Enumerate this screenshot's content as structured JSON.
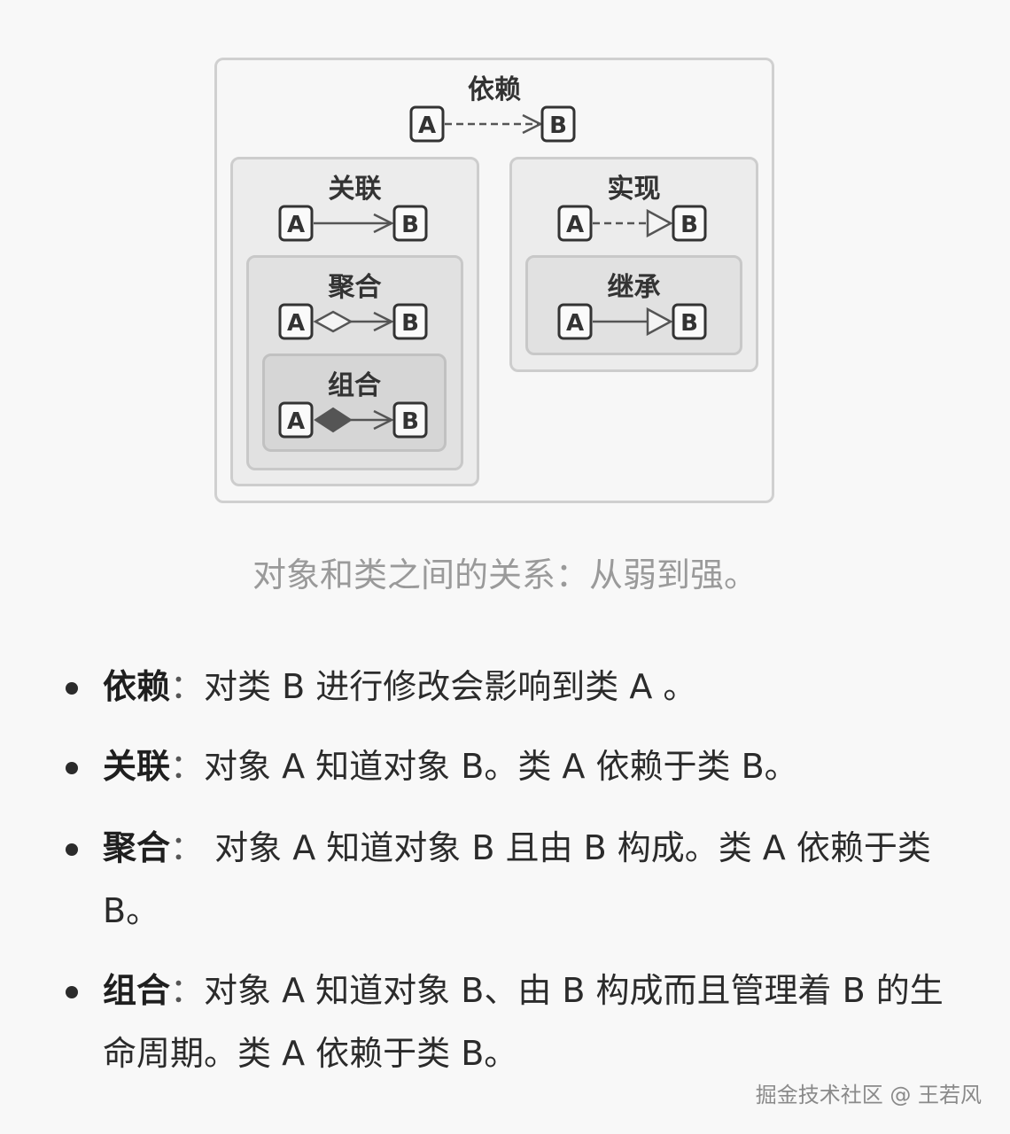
{
  "diagram": {
    "node_a": "A",
    "node_b": "B",
    "relations": {
      "dependency": "依赖",
      "association": "关联",
      "aggregation": "聚合",
      "composition": "组合",
      "realization": "实现",
      "inheritance": "继承"
    }
  },
  "caption": "对象和类之间的关系：从弱到强。",
  "items": [
    {
      "term": "依赖",
      "colon": "：",
      "text": "对类 B 进行修改会影响到类 A 。"
    },
    {
      "term": "关联",
      "colon": "：",
      "text": "对象 A 知道对象 B。类 A 依赖于类 B。"
    },
    {
      "term": "聚合",
      "colon": "：",
      "text": " 对象 A 知道对象 B 且由 B 构成。类 A 依赖于类 B。"
    },
    {
      "term": "组合",
      "colon": "：",
      "text": "对象 A 知道对象 B、由 B 构成而且管理着 B 的生命周期。类 A 依赖于类 B。"
    }
  ],
  "watermark": "掘金技术社区 @ 王若风"
}
